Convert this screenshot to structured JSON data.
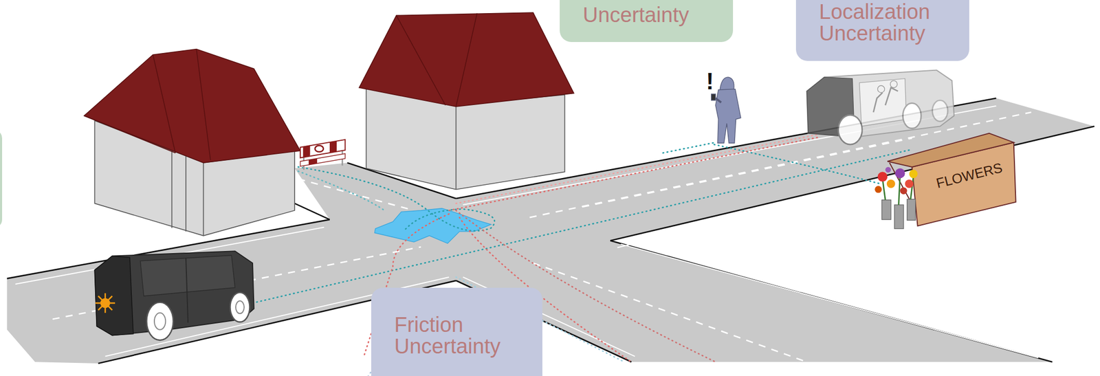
{
  "diagram": {
    "nodes": [
      {
        "text": [
          "Uncertainty"
        ]
      },
      {
        "text": [
          "Localization Uncertainty"
        ]
      },
      {
        "text": [
          "Friction Uncertainty"
        ]
      }
    ],
    "labels": [
      "!",
      "FLOWERS"
    ]
  }
}
